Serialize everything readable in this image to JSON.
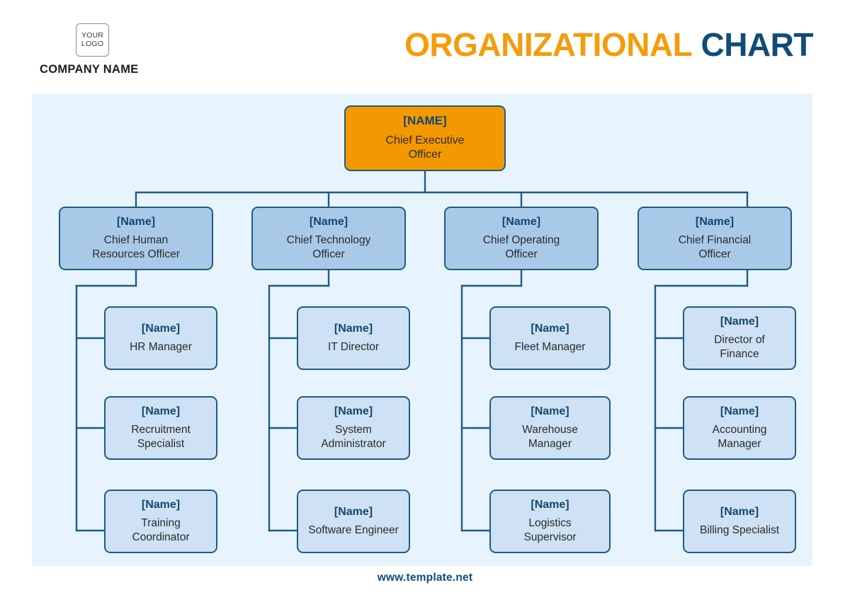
{
  "header": {
    "logo": {
      "line1": "YOUR",
      "line2": "LOGO"
    },
    "company_name": "COMPANY NAME",
    "title_word_1": "ORGANIZATIONAL",
    "title_word_2": "CHART"
  },
  "footer": {
    "url": "www.template.net"
  },
  "colors": {
    "panel_background": "#e8f4fd",
    "accent_orange": "#f49800",
    "title_orange": "#f59c0b",
    "navy": "#0f4c78",
    "border_navy": "#1c5c86",
    "level2_fill": "#a9c9e9",
    "level3_fill": "#cfe1f4",
    "connector": "#1c5c86"
  },
  "chart_data": {
    "type": "diagram",
    "diagram_type": "organizational-chart",
    "title": "ORGANIZATIONAL CHART",
    "levels": 3,
    "nodes": [
      {
        "id": "ceo",
        "level": 1,
        "name": "[NAME]",
        "role": "Chief Executive\nOfficer",
        "parent": null,
        "fill": "#f49800"
      },
      {
        "id": "chro",
        "level": 2,
        "name": "[Name]",
        "role": "Chief Human\nResources Officer",
        "parent": "ceo",
        "fill": "#a9c9e9"
      },
      {
        "id": "cto",
        "level": 2,
        "name": "[Name]",
        "role": "Chief Technology\nOfficer",
        "parent": "ceo",
        "fill": "#a9c9e9"
      },
      {
        "id": "coo",
        "level": 2,
        "name": "[Name]",
        "role": "Chief Operating\nOfficer",
        "parent": "ceo",
        "fill": "#a9c9e9"
      },
      {
        "id": "cfo",
        "level": 2,
        "name": "[Name]",
        "role": "Chief Financial\nOfficer",
        "parent": "ceo",
        "fill": "#a9c9e9"
      },
      {
        "id": "hr-manager",
        "level": 3,
        "name": "[Name]",
        "role": "HR Manager",
        "parent": "chro",
        "fill": "#cfe1f4"
      },
      {
        "id": "recruitment-specialist",
        "level": 3,
        "name": "[Name]",
        "role": "Recruitment\nSpecialist",
        "parent": "chro",
        "fill": "#cfe1f4"
      },
      {
        "id": "training-coordinator",
        "level": 3,
        "name": "[Name]",
        "role": "Training\nCoordinator",
        "parent": "chro",
        "fill": "#cfe1f4"
      },
      {
        "id": "it-director",
        "level": 3,
        "name": "[Name]",
        "role": "IT Director",
        "parent": "cto",
        "fill": "#cfe1f4"
      },
      {
        "id": "system-administrator",
        "level": 3,
        "name": "[Name]",
        "role": "System\nAdministrator",
        "parent": "cto",
        "fill": "#cfe1f4"
      },
      {
        "id": "software-engineer",
        "level": 3,
        "name": "[Name]",
        "role": "Software Engineer",
        "parent": "cto",
        "fill": "#cfe1f4"
      },
      {
        "id": "fleet-manager",
        "level": 3,
        "name": "[Name]",
        "role": "Fleet Manager",
        "parent": "coo",
        "fill": "#cfe1f4"
      },
      {
        "id": "warehouse-manager",
        "level": 3,
        "name": "[Name]",
        "role": "Warehouse\nManager",
        "parent": "coo",
        "fill": "#cfe1f4"
      },
      {
        "id": "logistics-supervisor",
        "level": 3,
        "name": "[Name]",
        "role": "Logistics\nSupervisor",
        "parent": "coo",
        "fill": "#cfe1f4"
      },
      {
        "id": "director-of-finance",
        "level": 3,
        "name": "[Name]",
        "role": "Director of\nFinance",
        "parent": "cfo",
        "fill": "#cfe1f4"
      },
      {
        "id": "accounting-manager",
        "level": 3,
        "name": "[Name]",
        "role": "Accounting\nManager",
        "parent": "cfo",
        "fill": "#cfe1f4"
      },
      {
        "id": "billing-specialist",
        "level": 3,
        "name": "[Name]",
        "role": "Billing Specialist",
        "parent": "cfo",
        "fill": "#cfe1f4"
      }
    ]
  }
}
